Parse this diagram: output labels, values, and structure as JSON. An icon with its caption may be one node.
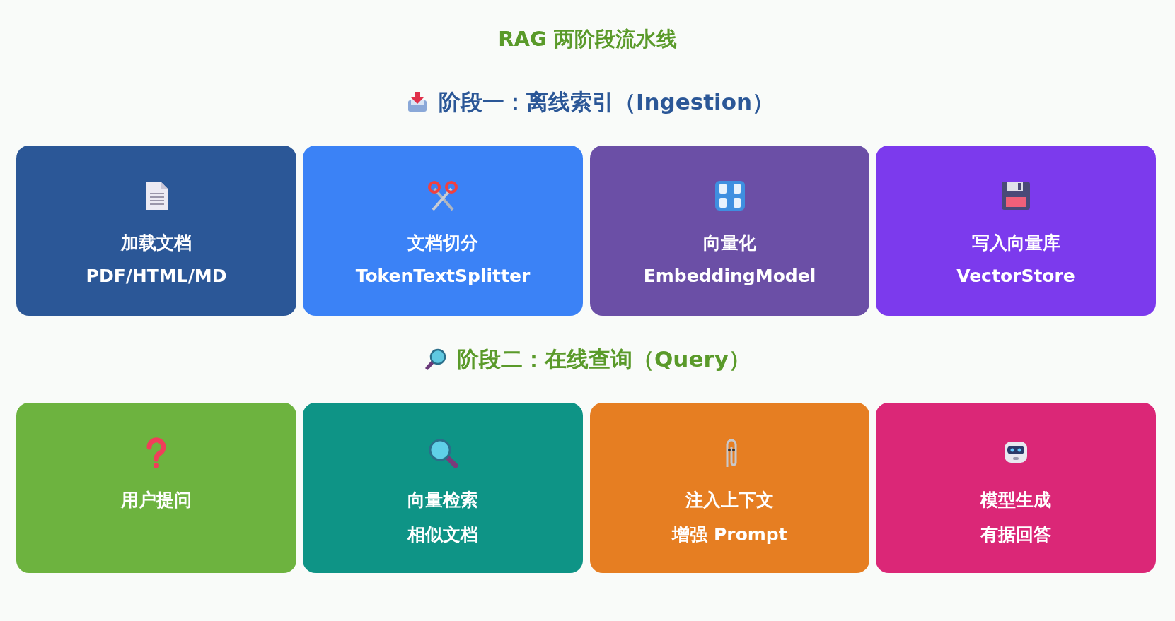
{
  "diagram": {
    "title": "RAG 两阶段流水线",
    "nodes": [
      {
        "text": [
          "加载文档",
          "PDF/HTML/MD"
        ]
      },
      {
        "text": [
          "文档切分",
          "TokenTextSplitter"
        ]
      },
      {
        "text": [
          "向量化",
          "EmbeddingModel"
        ]
      },
      {
        "text": [
          "写入向量库",
          "VectorStore"
        ]
      },
      {
        "text": [
          "用户提问"
        ]
      },
      {
        "text": [
          "向量检索",
          "相似文档"
        ]
      },
      {
        "text": [
          "注入上下文",
          "增强 Prompt"
        ]
      },
      {
        "text": [
          "模型生成",
          "有据回答"
        ]
      }
    ],
    "labels": [
      "阶段一：离线索引（Ingestion）",
      "阶段二：在线查询（Query）"
    ]
  }
}
